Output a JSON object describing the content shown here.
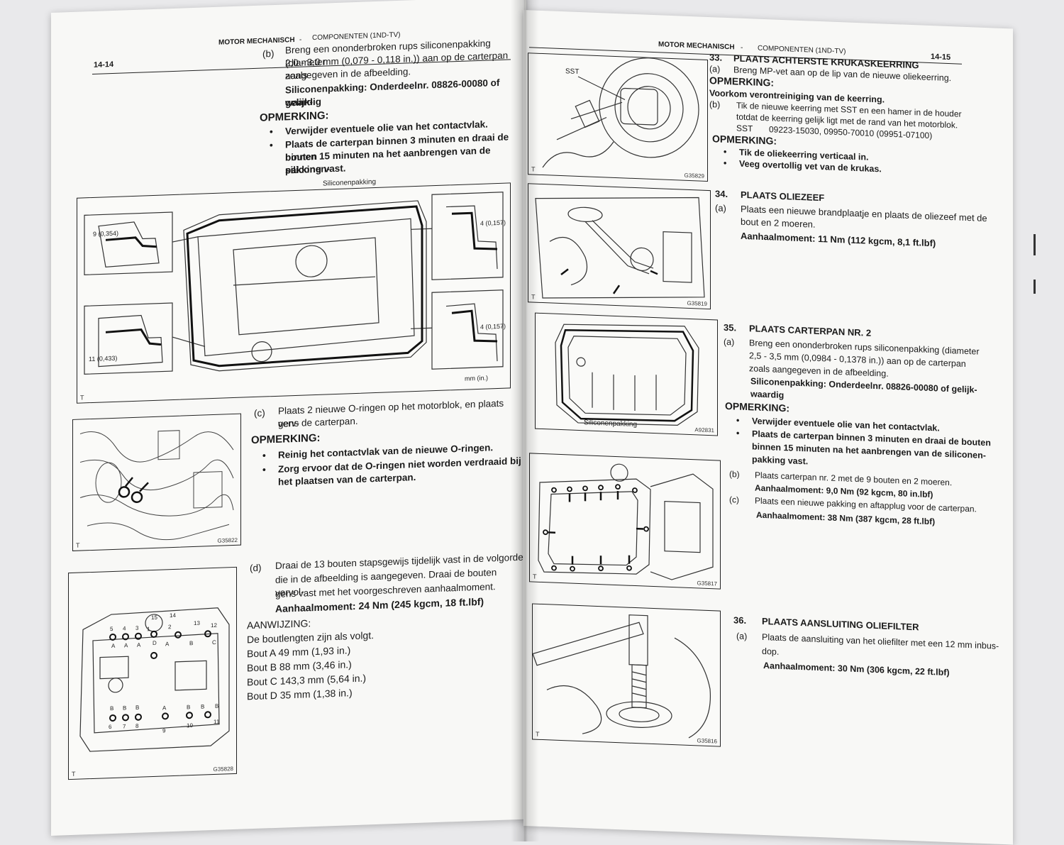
{
  "left_page": {
    "page_number": "14-14",
    "header_section": "MOTOR MECHANISCH",
    "header_dash": "-",
    "header_sub": "COMPONENTEN (1ND-TV)",
    "step_b": {
      "label": "(b)",
      "lines": [
        "Breng een ononderbroken rups siliconenpakking (diameter",
        "2,0 - 3,0 mm (0,079 - 0,118 in.)) aan op de carterpan zoals",
        "aangegeven in de afbeelding."
      ],
      "spec_lines": [
        "Siliconenpakking: Onderdeelnr. 08826-00080 of gelijk-",
        "waardig"
      ],
      "note_title": "OPMERKING:",
      "bullets": [
        "Verwijder eventuele olie van het contactvlak.",
        "Plaats de carterpan binnen 3 minuten en draai de bouten",
        "binnen 15 minuten na het aanbrengen van de siliconen-",
        "pakking vast."
      ]
    },
    "fig_pan": {
      "title": "Siliconenpakking",
      "dim1": "9 (0,354)",
      "dim2": "11 (0,433)",
      "dim3": "4 (0,157)",
      "dim4": "4 (0,157)",
      "unit": "mm (in.)",
      "corner": "T"
    },
    "step_c": {
      "label": "(c)",
      "lines": [
        "Plaats 2 nieuwe O-ringen op het motorblok, en plaats verv-",
        "gens de carterpan."
      ],
      "note_title": "OPMERKING:",
      "bullets": [
        "Reinig het contactvlak van de nieuwe O-ringen.",
        "Zorg ervoor dat de O-ringen niet worden verdraaid bij",
        "het plaatsen van de carterpan."
      ]
    },
    "fig_oring": {
      "code": "G35822",
      "corner": "T"
    },
    "step_d": {
      "label": "(d)",
      "lines": [
        "Draai de 13 bouten stapsgewijs tijdelijk vast in de volgorde",
        "die in de afbeelding is aangegeven. Draai de bouten vervol-",
        "gens vast met het voorgeschreven aanhaalmoment."
      ],
      "torque": "Aanhaalmoment: 24 Nm (245 kgcm, 18 ft.lbf)",
      "hint_title": "AANWIJZING:",
      "hint_lines": [
        "De boutlengten zijn als volgt.",
        "Bout A 49 mm (1,93 in.)",
        "Bout B 88 mm (3,46 in.)",
        "Bout C 143,3 mm (5,64 in.)",
        "Bout D 35 mm (1,38 in.)"
      ]
    },
    "fig_bolts": {
      "code": "G35828",
      "corner": "T",
      "numbers": [
        "15",
        "14",
        "5",
        "4",
        "3",
        "1",
        "2",
        "13",
        "12",
        "6",
        "7",
        "8",
        "9",
        "10",
        "11"
      ],
      "letters": [
        "A",
        "A",
        "A",
        "D",
        "A",
        "B",
        "C",
        "B",
        "B",
        "B",
        "A",
        "B",
        "B",
        "B"
      ]
    }
  },
  "right_page": {
    "page_number": "14-15",
    "header_section": "MOTOR MECHANISCH",
    "header_dash": "-",
    "header_sub": "COMPONENTEN (1ND-TV)",
    "fig_seal": {
      "label": "SST",
      "code": "G35829",
      "corner": "T"
    },
    "step33": {
      "num": "33.",
      "title": "PLAATS ACHTERSTE KRUKASKEERRING",
      "a_label": "(a)",
      "a_text": "Breng MP-vet aan op de lip van de nieuwe oliekeerring.",
      "note1_title": "OPMERKING:",
      "note1_text": "Voorkom verontreiniging van de keerring.",
      "b_label": "(b)",
      "b_lines": [
        "Tik de nieuwe keerring met SST en een hamer in de houder",
        "totdat de keerring gelijk ligt met de rand van het motorblok."
      ],
      "sst_label": "SST",
      "sst_value": "09223-15030, 09950-70010 (09951-07100)",
      "note2_title": "OPMERKING:",
      "bullets": [
        "Tik de oliekeerring verticaal in.",
        "Veeg overtollig vet van de krukas."
      ]
    },
    "fig_strainer": {
      "code": "G35819",
      "corner": "T"
    },
    "step34": {
      "num": "34.",
      "title": "PLAATS OLIEZEEF",
      "a_label": "(a)",
      "a_lines": [
        "Plaats een nieuwe brandplaatje en plaats de oliezeef met de",
        "bout en 2 moeren."
      ],
      "torque": "Aanhaalmoment: 11 Nm (112 kgcm, 8,1 ft.lbf)"
    },
    "fig_pan2": {
      "label": "Siliconenpakking",
      "code": "A92831"
    },
    "step35": {
      "num": "35.",
      "title": "PLAATS CARTERPAN NR. 2",
      "a_label": "(a)",
      "a_lines": [
        "Breng een ononderbroken rups siliconenpakking (diameter",
        "2,5 - 3,5 mm (0,0984 - 0,1378 in.)) aan op de carterpan",
        "zoals aangegeven in de afbeelding."
      ],
      "spec_lines": [
        "Siliconenpakking: Onderdeelnr. 08826-00080 of gelijk-",
        "waardig"
      ],
      "note_title": "OPMERKING:",
      "bullets": [
        "Verwijder eventuele olie van het contactvlak.",
        "Plaats de carterpan binnen 3 minuten en draai de bouten",
        "binnen 15 minuten na het aanbrengen van de siliconen-",
        "pakking vast."
      ],
      "b_label": "(b)",
      "b_text": "Plaats carterpan nr. 2 met de 9 bouten en 2 moeren.",
      "b_torque": "Aanhaalmoment: 9,0 Nm (92 kgcm, 80 in.lbf)",
      "c_label": "(c)",
      "c_text": "Plaats een nieuwe pakking en aftapplug voor de carterpan.",
      "c_torque": "Aanhaalmoment: 38 Nm (387 kgcm, 28 ft.lbf)"
    },
    "fig_pan2_bolts": {
      "code": "G35817",
      "corner": "T"
    },
    "step36": {
      "num": "36.",
      "title": "PLAATS AANSLUITING OLIEFILTER",
      "a_label": "(a)",
      "a_lines": [
        "Plaats de aansluiting van het oliefilter met een 12 mm inbus-",
        "dop."
      ],
      "torque": "Aanhaalmoment: 30 Nm (306 kgcm, 22 ft.lbf)"
    },
    "fig_filter": {
      "code": "G35816",
      "corner": "T"
    }
  }
}
